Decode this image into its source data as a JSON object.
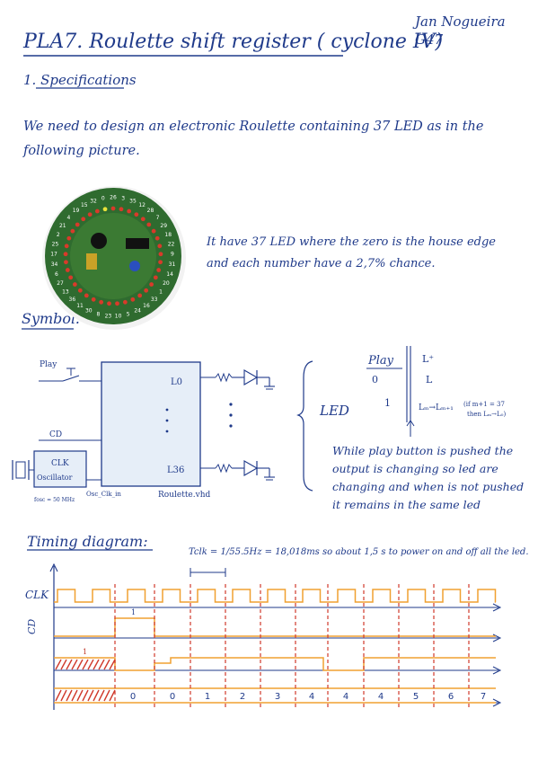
{
  "header": {
    "title": "PLA7. Roulette shift register ( cyclone IV)",
    "author_name": "Jan Nogueira",
    "author_group": "G47"
  },
  "specifications": {
    "heading": "1. Specifications",
    "paragraph": "We need to design an electronic Roulette containing 37 LED as in the following picture.",
    "picture_description": "It have 37 LED where the zero is the house edge and each number have a 2,7% chance.",
    "board_numbers": [
      "26",
      "3",
      "35",
      "12",
      "28",
      "7",
      "29",
      "18",
      "22",
      "9",
      "31",
      "14",
      "20",
      "1",
      "33",
      "16",
      "24",
      "5",
      "10",
      "23",
      "8",
      "30",
      "11",
      "36",
      "13",
      "27",
      "6",
      "34",
      "17",
      "25",
      "2",
      "21",
      "4",
      "19",
      "15",
      "32",
      "0"
    ]
  },
  "symbol": {
    "heading": "Symbol:",
    "input_play": "Play",
    "input_cd": "CD",
    "block_name": "Roulette.vhd",
    "output_first": "L0",
    "output_last": "L36",
    "osc_line1": "CLK",
    "osc_line2": "Oscillator",
    "osc_freq": "fosc = 50 MHz",
    "osc_net": "Osc_Clk_in",
    "led_label": "LED",
    "table_header_play": "Play",
    "table_header_l": "L⁺",
    "table_row0_in": "0",
    "table_row0_out": "L",
    "table_row1_in": "1",
    "table_row1_out": "Lₘ→Lₘ₊₁",
    "table_row1_note_a": "(if m+1 = 37",
    "table_row1_note_b": "then Lₘ→L₀)",
    "note": "While play button is pushed the output is changing so led are changing and when is not pushed it remains in the same led"
  },
  "timing": {
    "heading": "Timing diagram:",
    "tclk_text": "Tclk = 1/55.5Hz = 18,018ms  so about 1,5 s to power on and off all the led.",
    "label_clk": "CLK",
    "label_cd": "CD",
    "cd_pulse_label": "1",
    "play_label": "1",
    "states": [
      "0",
      "0",
      "1",
      "2",
      "3",
      "4",
      "4",
      "4",
      "5",
      "6",
      "7"
    ]
  }
}
